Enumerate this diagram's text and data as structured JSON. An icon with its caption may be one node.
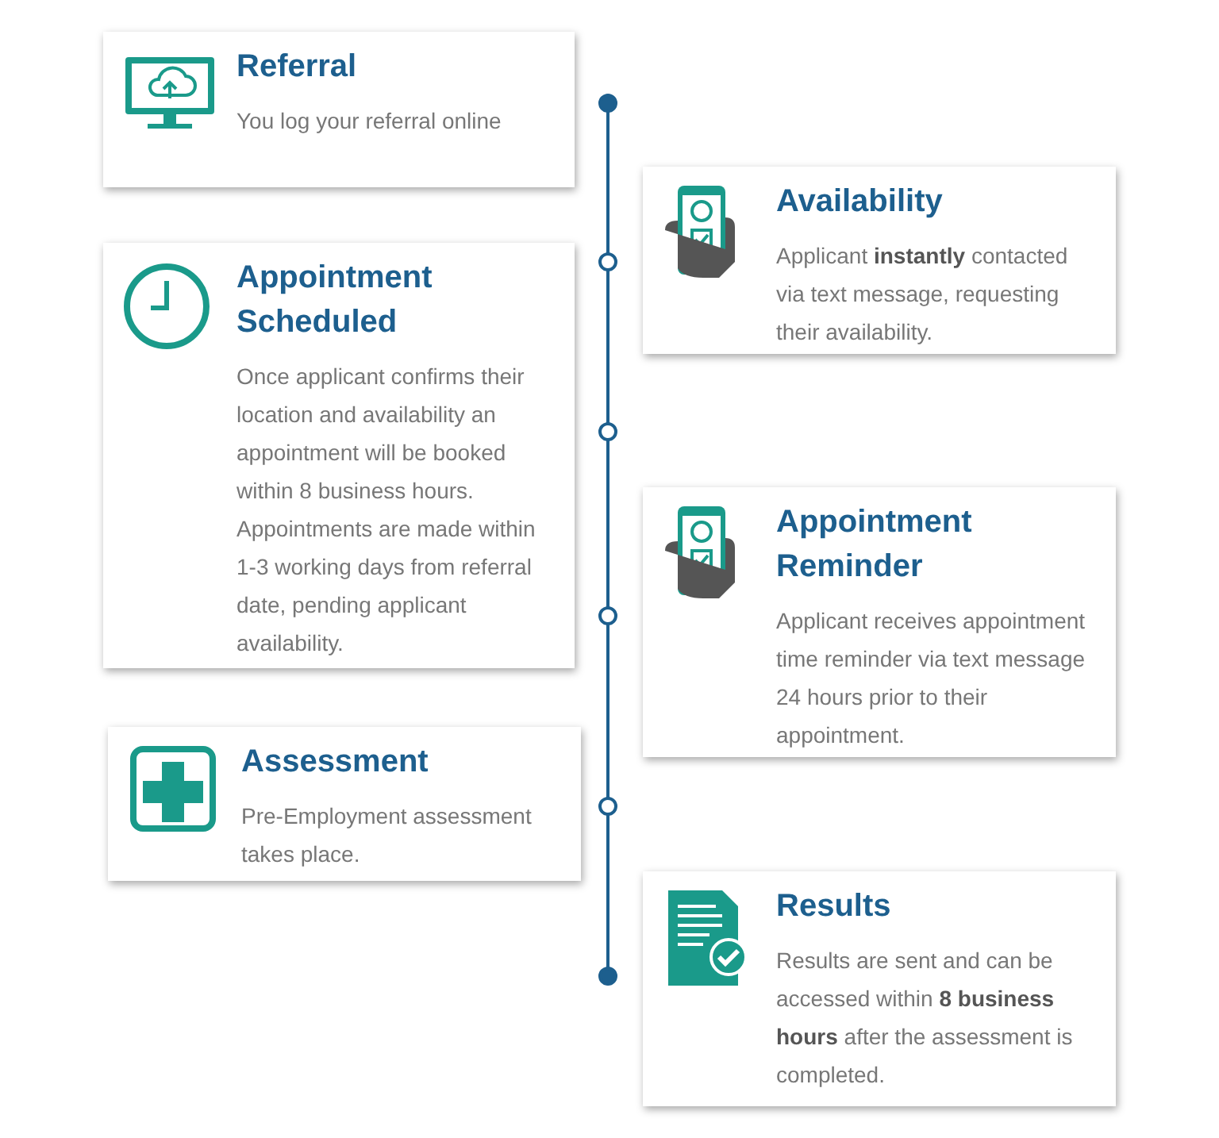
{
  "diagram": {
    "nodes": [
      {
        "text": [
          "Referral",
          "You log your referral online"
        ]
      },
      {
        "text": [
          "Availability",
          "Applicant **instantly** contacted via text message, requesting their availability."
        ]
      },
      {
        "text": [
          "Appointment Scheduled",
          "Once applicant confirms their location and availability an appointment will be booked within 8 business hours. Appointments are made within 1-3 working days from referral date, pending applicant availability."
        ]
      },
      {
        "text": [
          "Appointment Reminder",
          "Applicant receives appointment time reminder via text message 24 hours prior to their appointment."
        ]
      },
      {
        "text": [
          "Assessment",
          "Pre-Employment assessment takes place."
        ]
      },
      {
        "text": [
          "Results",
          "Results are sent and can be accessed within **8 business hours** after the assessment is completed."
        ]
      }
    ]
  }
}
